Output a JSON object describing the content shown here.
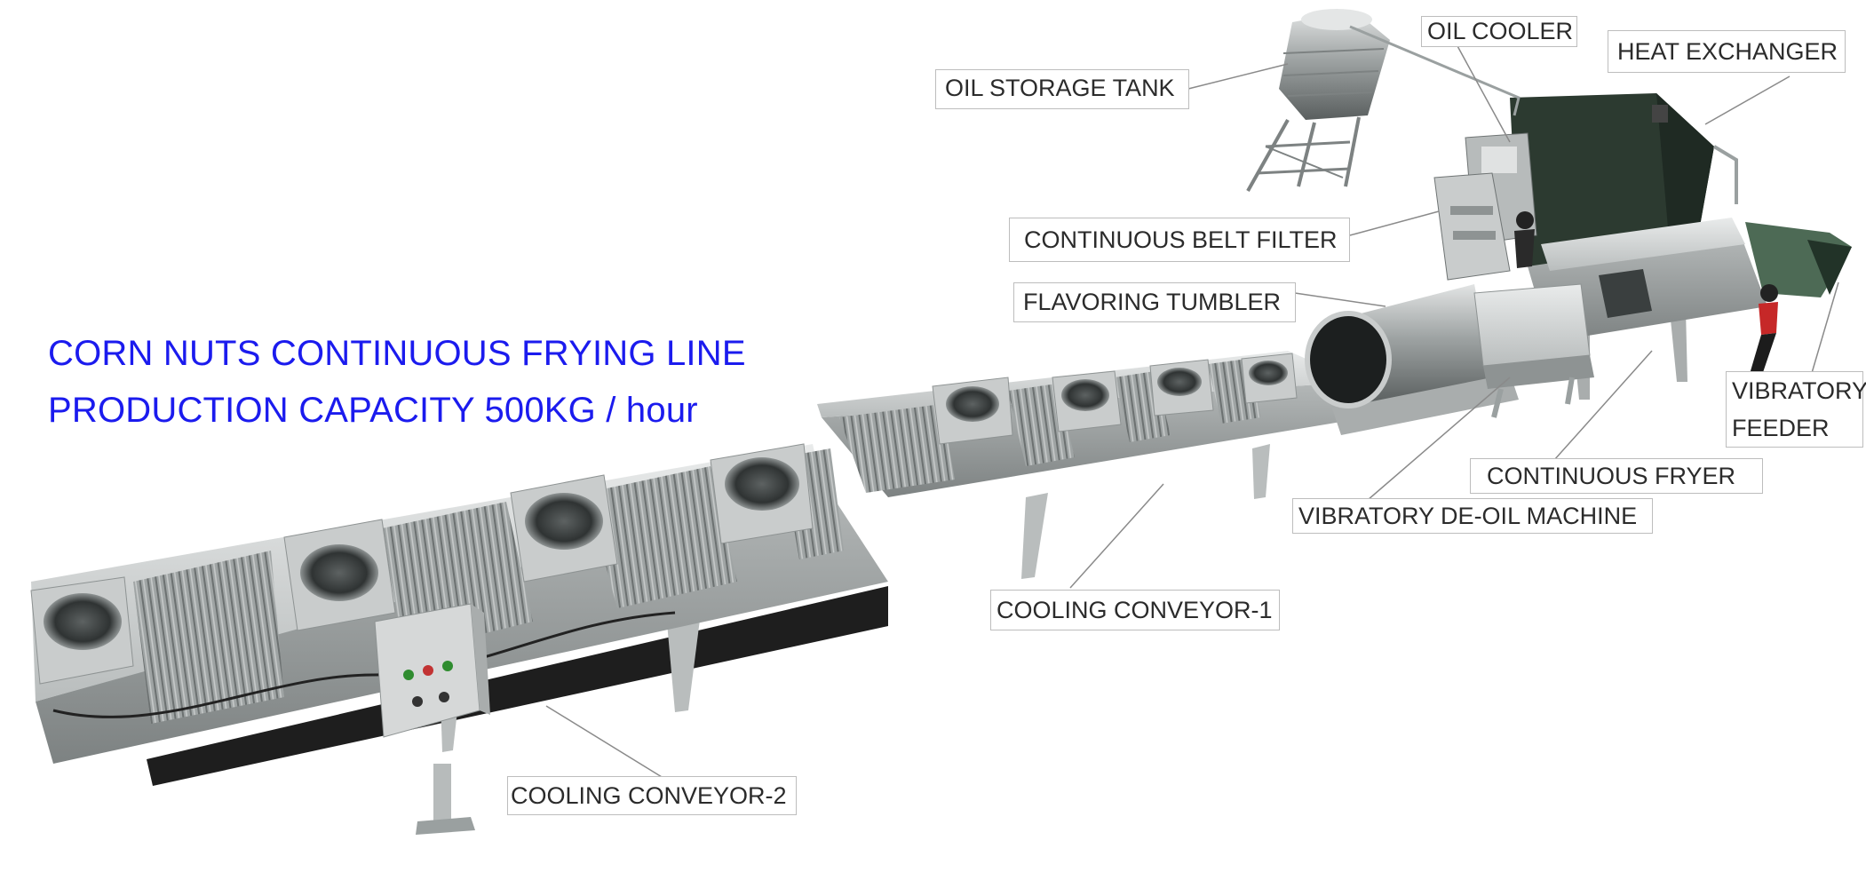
{
  "title": {
    "line1": "CORN NUTS CONTINUOUS FRYING LINE",
    "line2": "PRODUCTION CAPACITY 500KG / hour",
    "color": "#1b1bee"
  },
  "labels": {
    "oil_storage_tank": "OIL STORAGE TANK",
    "oil_cooler": "OIL COOLER",
    "heat_exchanger": "HEAT EXCHANGER",
    "continuous_belt_filter": "CONTINUOUS BELT FILTER",
    "flavoring_tumbler": "FLAVORING TUMBLER",
    "vibratory_feeder_1": "VIBRATORY",
    "vibratory_feeder_2": "FEEDER",
    "continuous_fryer": "CONTINUOUS FRYER",
    "vibratory_de_oil_machine": "VIBRATORY DE-OIL MACHINE",
    "cooling_conveyor_1": "COOLING CONVEYOR-1",
    "cooling_conveyor_2": "COOLING CONVEYOR-2"
  },
  "colors": {
    "steel_light": "#d6d8d8",
    "steel_mid": "#a9adad",
    "steel_dark": "#6f7474",
    "belt_black": "#1e1e1e",
    "heat_exchanger_green": "#2c3a30",
    "leader_line": "#8a8a8a"
  },
  "icons": {
    "fan": "fan-icon",
    "control_panel": "control-panel-icon"
  }
}
